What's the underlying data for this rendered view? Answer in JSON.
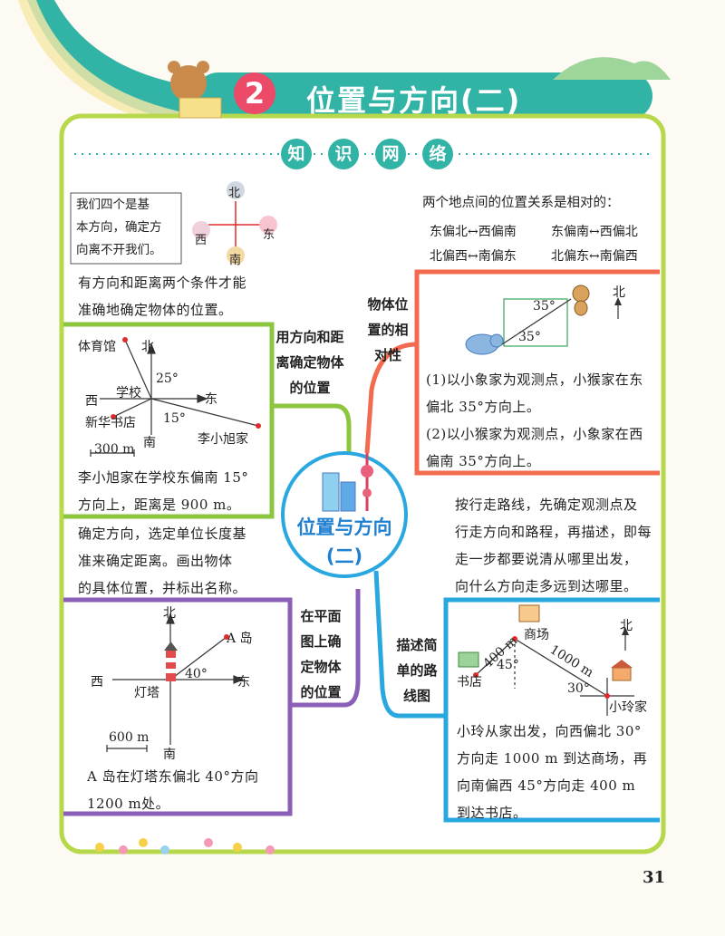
{
  "header": {
    "number": "2",
    "title": "位置与方向(二)"
  },
  "section_title": [
    "知",
    "识",
    "网",
    "络"
  ],
  "center": {
    "line1": "位置与方向",
    "line2": "(二)"
  },
  "top_left": {
    "bubble": [
      "我们四个是基",
      "本方向，确定方",
      "向离不开我们。"
    ],
    "dirs": {
      "north": "北",
      "west": "西",
      "east": "东",
      "south": "南"
    },
    "note": [
      "有方向和距离两个条件才能",
      "准确地确定物体的位置。"
    ]
  },
  "top_right": {
    "intro": "两个地点间的位置关系是相对的：",
    "pairs": [
      "东偏北↔西偏南",
      "东偏南↔西偏北",
      "北偏西↔南偏东",
      "北偏东↔南偏西"
    ]
  },
  "branch1": {
    "title": [
      "用方向和距",
      "离确定物体",
      "的位置"
    ],
    "diagram": {
      "gym": "体育馆",
      "north": "北",
      "west": "西",
      "east": "东",
      "south": "南",
      "school": "学校",
      "bookstore": "新华书店",
      "home": "李小旭家",
      "angle1": "25°",
      "angle2": "15°",
      "scale": "300 m"
    },
    "desc": [
      "李小旭家在学校东偏南 15°",
      "方向上，距离是 900 m。"
    ]
  },
  "branch2": {
    "title": [
      "物体位",
      "置的相",
      "对性"
    ],
    "diagram": {
      "angle_top": "35°",
      "angle_bottom": "35°",
      "north": "北"
    },
    "desc": [
      "(1)以小象家为观测点，小猴家在东",
      "偏北 35°方向上。",
      "(2)以小猴家为观测点，小象家在西",
      "偏南 35°方向上。"
    ]
  },
  "middle_left": {
    "text": [
      "确定方向，选定单位长度基",
      "准来确定距离。画出物体",
      "的具体位置，并标出名称。"
    ]
  },
  "middle_right": {
    "text": [
      "按行走路线，先确定观测点及",
      "行走方向和路程，再描述，即每",
      "走一步都要说清从哪里出发，",
      "向什么方向走多远到达哪里。"
    ]
  },
  "branch3": {
    "title": [
      "在平面",
      "图上确",
      "定物体",
      "的位置"
    ],
    "diagram": {
      "north": "北",
      "west": "西",
      "east": "东",
      "south": "南",
      "island": "A 岛",
      "lighthouse": "灯塔",
      "angle": "40°",
      "scale": "600 m"
    },
    "desc": [
      "A 岛在灯塔东偏北 40°方向",
      "1200 m处。"
    ]
  },
  "branch4": {
    "title": [
      "描述简",
      "单的路",
      "线图"
    ],
    "diagram": {
      "mall": "商场",
      "bookstore": "书店",
      "home": "小玲家",
      "north": "北",
      "d1": "400 m",
      "d2": "1000 m",
      "a1": "45°",
      "a2": "30°"
    },
    "desc": [
      "小玲从家出发，向西偏北 30°",
      "方向走 1000 m 到达商场，再",
      "向南偏西 45°方向走 400 m",
      "到达书店。"
    ]
  },
  "page_number": "31",
  "colors": {
    "teal": "#31b3a6",
    "green": "#8cc63f",
    "orange": "#f26b4f",
    "purple": "#8b5fb7",
    "blue": "#29a8e0",
    "pink": "#ec4a69"
  }
}
